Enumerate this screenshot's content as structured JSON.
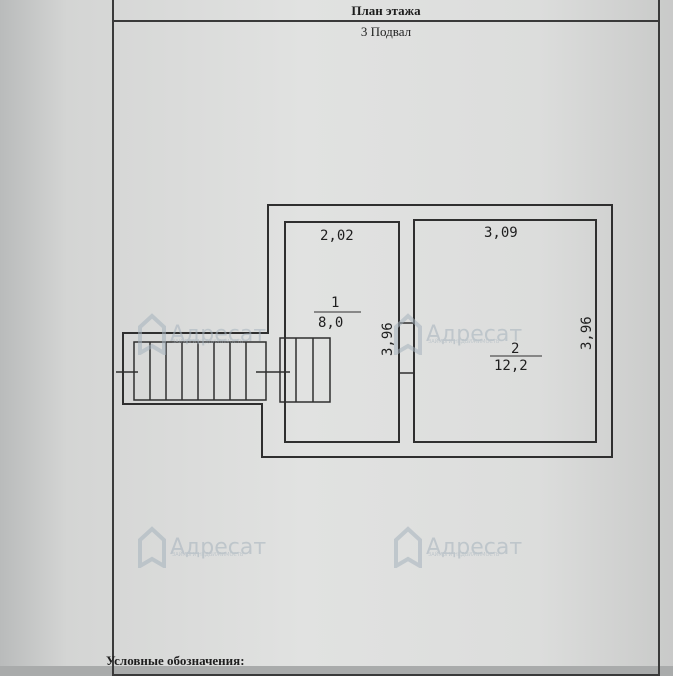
{
  "header": {
    "title": "План этажа"
  },
  "floor": {
    "label": "3 Подвал"
  },
  "rooms": [
    {
      "number": "1",
      "area": "8,0",
      "width": "2,02",
      "length": "3,96"
    },
    {
      "number": "2",
      "area": "12,2",
      "width": "3,09",
      "length": "3,96"
    }
  ],
  "watermark": {
    "brand": "Адресат",
    "tagline": "ЗАЙМЫ И НЕДВИЖИМОСТЬ"
  },
  "legend": {
    "title": "Условные обозначения:"
  },
  "colors": {
    "ink": "#2f2f2f",
    "watermark": "#a6b3bd",
    "paper": "#dfe0df"
  }
}
